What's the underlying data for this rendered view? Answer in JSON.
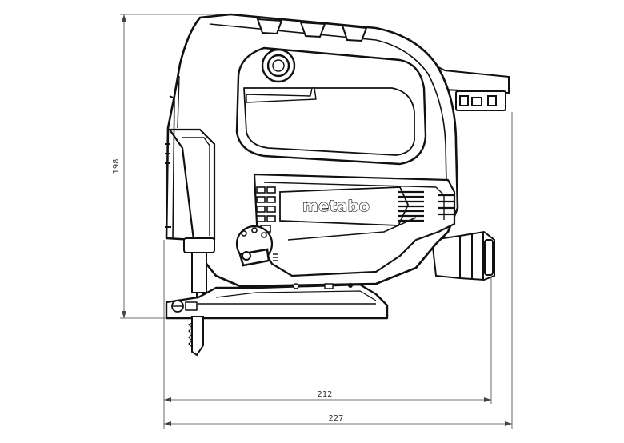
{
  "brand": "metabo",
  "dimensions": {
    "height": "198",
    "length_base": "212",
    "length_total": "227"
  }
}
